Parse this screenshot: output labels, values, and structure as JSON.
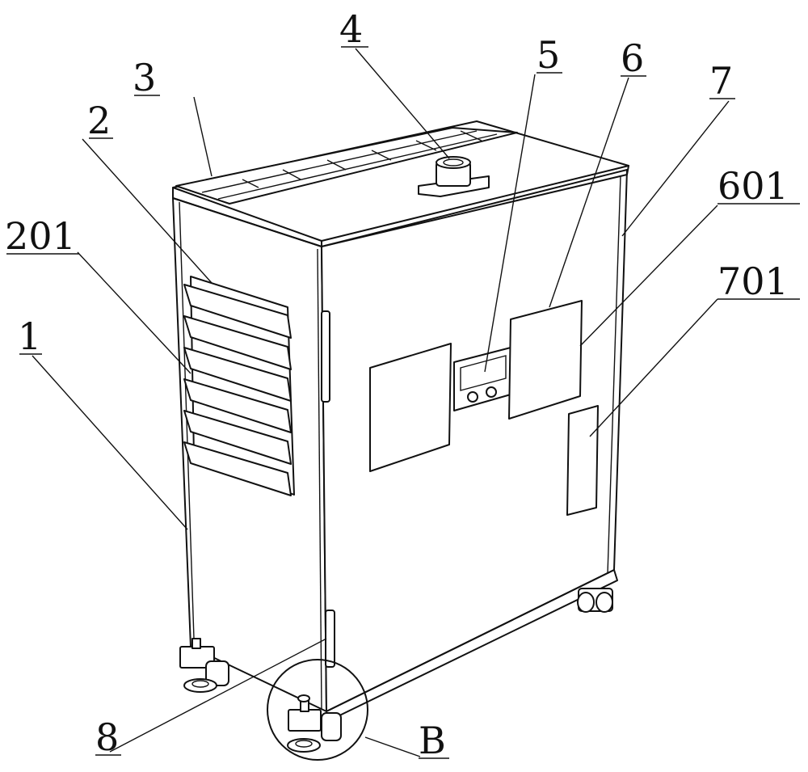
{
  "diagram": {
    "labels": {
      "part_1": "1",
      "part_2": "2",
      "part_201": "201",
      "part_3": "3",
      "part_4": "4",
      "part_5": "5",
      "part_6": "6",
      "part_601": "601",
      "part_7": "7",
      "part_701": "701",
      "part_8": "8",
      "detail_b": "B"
    }
  }
}
